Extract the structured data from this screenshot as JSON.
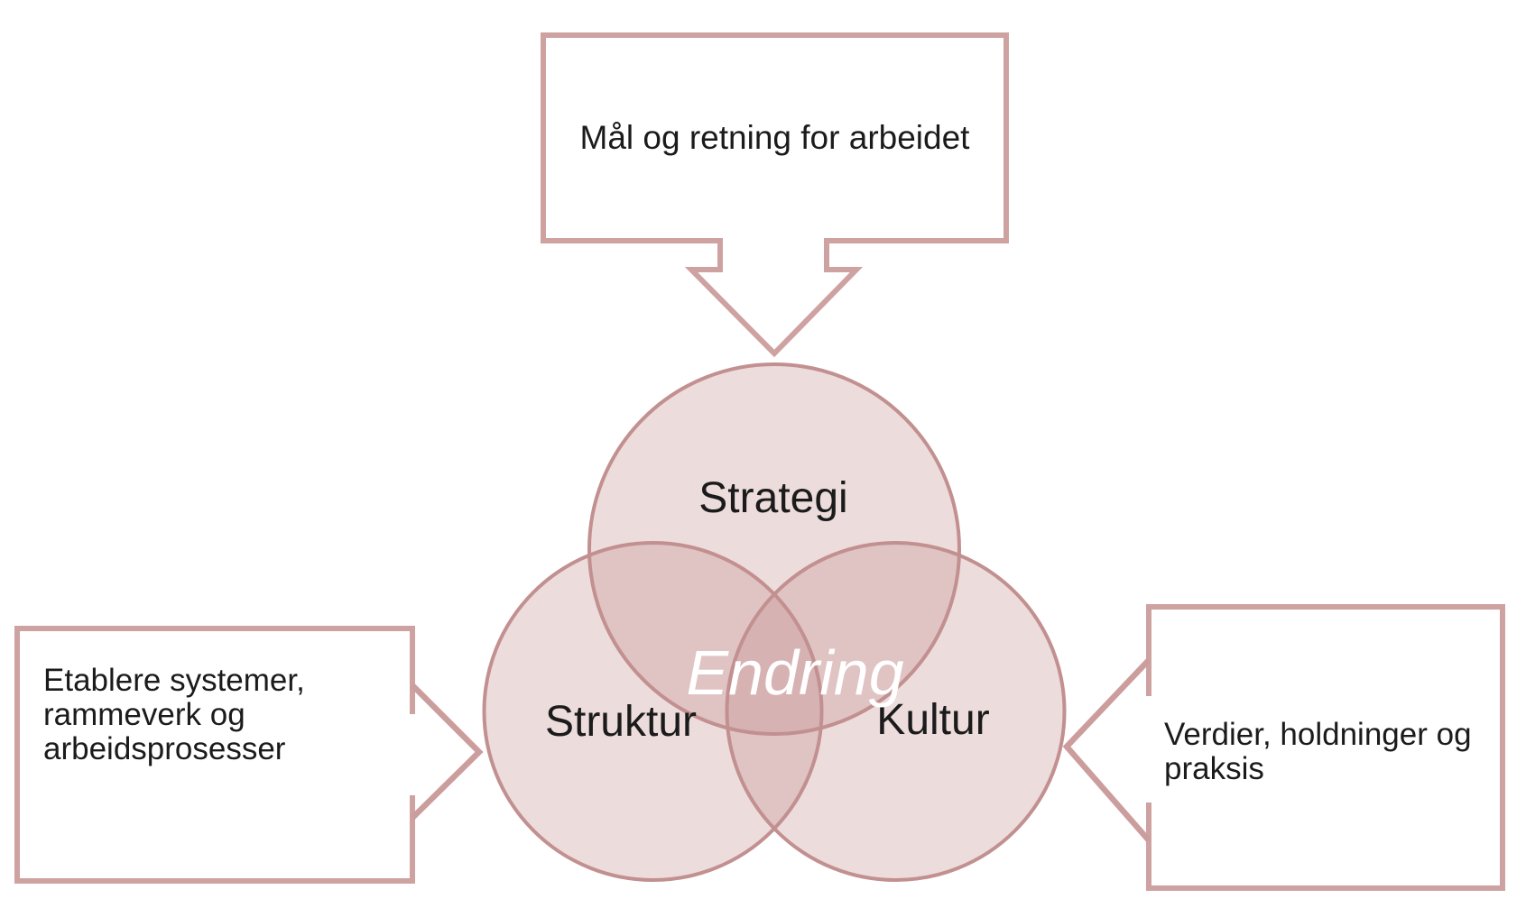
{
  "colors": {
    "background": "#ffffff",
    "callout_border": "#cfa2a2",
    "arrow_stroke": "#cc9d9d",
    "circle_stroke": "#c29090",
    "circle_fill": "rgba(196,140,140,0.30)",
    "label_text": "#1b1b1b",
    "center_text": "#ffffff"
  },
  "callouts": {
    "top": {
      "text": "Mål og retning for arbeidet"
    },
    "left": {
      "line1": "Etablere systemer,",
      "line2": "rammeverk og",
      "line3": "arbeidsprosesser"
    },
    "right": {
      "line1": "Verdier, holdninger og",
      "line2": "praksis"
    }
  },
  "venn": {
    "top_circle_label": "Strategi",
    "left_circle_label": "Struktur",
    "right_circle_label": "Kultur",
    "center_label": "Endring"
  }
}
